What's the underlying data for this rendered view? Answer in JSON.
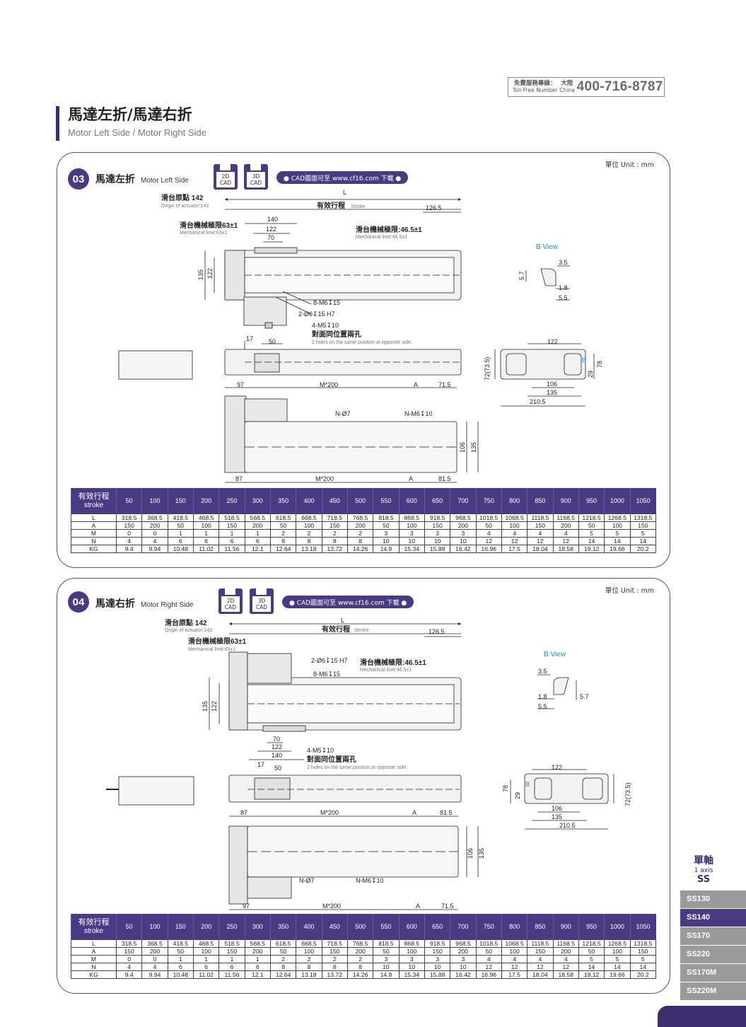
{
  "hotline": {
    "label_cn": "免費服務專線：",
    "label_en": "Toll-Free Number",
    "region_cn": "大陸",
    "region_en": "China",
    "number": "400-716-8787"
  },
  "heading": {
    "title": "馬達左折/馬達右折",
    "subtitle": "Motor Left Side / Motor Right Side"
  },
  "colors": {
    "brand": "#4a3a84",
    "accent_cyan": "#1a8fc9"
  },
  "panels": [
    {
      "number": "03",
      "title_cn": "馬達左折",
      "title_en": "Motor Left Side",
      "disk_2d": "2D\nCAD",
      "disk_3d": "3D\nCAD",
      "cad_link": "● CAD圖面可至 www.cf16.com 下載 ●",
      "unit": "單位 Unit : mm",
      "dims": {
        "L": "L",
        "origin_cn": "滑台原點 142",
        "origin_en": "Origin of actuator:142",
        "stroke_cn": "有效行程",
        "stroke_en": "Stroke",
        "d126": "126.5",
        "mech63_cn": "滑台機械極限63±1",
        "mech63_en": "Mechanical limit:63±1",
        "d140": "140",
        "d122": "122",
        "d70": "70",
        "mech46_cn": "滑台機械極限:46.5±1",
        "mech46_en": "Mechanical limit:46.5±1",
        "h135": "135",
        "h122": "122",
        "m6": "8-M6↧15",
        "pin": "2-Ø6↧15 H7",
        "m5": "4-M5↧10",
        "opp_cn": "對面同位置兩孔",
        "opp_en": "2 holes on the same position at opposite side.",
        "d17": "17",
        "d50": "50",
        "d97": "97",
        "m200": "M*200",
        "dA": "A",
        "d715": "71.5",
        "nphi": "N-Ø7",
        "nm6": "N-M6↧10",
        "d106": "106",
        "d135": "135",
        "d87": "87",
        "d815": "81.5",
        "bview": "B View",
        "b35": "3.5",
        "b57": "5.7",
        "b18": "1.8",
        "b55": "5.5",
        "e122": "122",
        "e72": "72(73.5)",
        "eB": "B",
        "e29": "29",
        "e78": "78",
        "e106": "106",
        "e135": "135",
        "e2105": "210.5"
      },
      "table": {
        "header_cn": "有效行程",
        "header_en": "stroke",
        "strokes": [
          "50",
          "100",
          "150",
          "200",
          "250",
          "300",
          "350",
          "400",
          "450",
          "500",
          "550",
          "600",
          "650",
          "700",
          "750",
          "800",
          "850",
          "900",
          "950",
          "1000",
          "1050"
        ],
        "rows": [
          {
            "label": "L",
            "values": [
              "318.5",
              "368.5",
              "418.5",
              "468.5",
              "518.5",
              "568.5",
              "618.5",
              "668.5",
              "718.5",
              "768.5",
              "818.5",
              "868.5",
              "918.5",
              "968.5",
              "1018.5",
              "1068.5",
              "1118.5",
              "1168.5",
              "1218.5",
              "1268.5",
              "1318.5"
            ]
          },
          {
            "label": "A",
            "values": [
              "150",
              "200",
              "50",
              "100",
              "150",
              "200",
              "50",
              "100",
              "150",
              "200",
              "50",
              "100",
              "150",
              "200",
              "50",
              "100",
              "150",
              "200",
              "50",
              "100",
              "150"
            ]
          },
          {
            "label": "M",
            "values": [
              "0",
              "0",
              "1",
              "1",
              "1",
              "1",
              "2",
              "2",
              "2",
              "2",
              "3",
              "3",
              "3",
              "3",
              "4",
              "4",
              "4",
              "4",
              "5",
              "5",
              "5"
            ]
          },
          {
            "label": "N",
            "values": [
              "4",
              "4",
              "6",
              "6",
              "6",
              "6",
              "8",
              "8",
              "8",
              "8",
              "10",
              "10",
              "10",
              "10",
              "12",
              "12",
              "12",
              "12",
              "14",
              "14",
              "14"
            ]
          },
          {
            "label": "KG",
            "values": [
              "9.4",
              "9.94",
              "10.48",
              "11.02",
              "11.56",
              "12.1",
              "12.64",
              "13.18",
              "13.72",
              "14.26",
              "14.8",
              "15.34",
              "15.88",
              "16.42",
              "16.96",
              "17.5",
              "18.04",
              "18.58",
              "19.12",
              "19.66",
              "20.2"
            ]
          }
        ]
      }
    },
    {
      "number": "04",
      "title_cn": "馬達右折",
      "title_en": "Motor Right Side",
      "disk_2d": "2D\nCAD",
      "disk_3d": "3D\nCAD",
      "cad_link": "● CAD圖面可至 www.cf16.com 下載 ●",
      "unit": "單位 Unit : mm",
      "dims": {
        "L": "L",
        "origin_cn": "滑台原點 142",
        "origin_en": "Origin of actuator:142",
        "stroke_cn": "有效行程",
        "stroke_en": "Stroke",
        "d126": "126.5",
        "mech63_cn": "滑台機械極限63±1",
        "mech63_en": "Mechanical limit:63±1",
        "pin": "2-Ø6↧15 H7",
        "m6": "8-M6↧15",
        "mech46_cn": "滑台機械極限:46.5±1",
        "mech46_en": "Mechanical limit:46.5±1",
        "h135": "135",
        "h122": "122",
        "d70": "70",
        "d122": "122",
        "d140": "140",
        "m5": "4-M5↧10",
        "opp_cn": "對面同位置兩孔",
        "opp_en": "2 holes on the same position at opposite side.",
        "d17": "17",
        "d50": "50",
        "d87": "87",
        "m200": "M*200",
        "dA": "A",
        "d815": "81.5",
        "d106": "106",
        "d135": "135",
        "nphi": "N-Ø7",
        "nm6": "N-M6↧10",
        "d97": "97",
        "d715": "71.5",
        "bview": "B View",
        "b35": "3.5",
        "b57": "5.7",
        "b18": "1.8",
        "b55": "5.5",
        "e122": "122",
        "e78": "78",
        "e29": "29",
        "eB": "B",
        "e72": "72(73.5)",
        "e106": "106",
        "e135": "135",
        "e2105": "210.5"
      },
      "table": {
        "header_cn": "有效行程",
        "header_en": "stroke",
        "strokes": [
          "50",
          "100",
          "150",
          "200",
          "250",
          "300",
          "350",
          "400",
          "450",
          "500",
          "550",
          "600",
          "650",
          "700",
          "750",
          "800",
          "850",
          "900",
          "950",
          "1000",
          "1050"
        ],
        "rows": [
          {
            "label": "L",
            "values": [
              "318.5",
              "368.5",
              "418.5",
              "468.5",
              "518.5",
              "568.5",
              "618.5",
              "668.5",
              "718.5",
              "768.5",
              "818.5",
              "868.5",
              "918.5",
              "968.5",
              "1018.5",
              "1068.5",
              "1118.5",
              "1168.5",
              "1218.5",
              "1268.5",
              "1318.5"
            ]
          },
          {
            "label": "A",
            "values": [
              "150",
              "200",
              "50",
              "100",
              "150",
              "200",
              "50",
              "100",
              "150",
              "200",
              "50",
              "100",
              "150",
              "200",
              "50",
              "100",
              "150",
              "200",
              "50",
              "100",
              "150"
            ]
          },
          {
            "label": "M",
            "values": [
              "0",
              "0",
              "1",
              "1",
              "1",
              "1",
              "2",
              "2",
              "2",
              "2",
              "3",
              "3",
              "3",
              "3",
              "4",
              "4",
              "4",
              "4",
              "5",
              "5",
              "5"
            ]
          },
          {
            "label": "N",
            "values": [
              "4",
              "4",
              "6",
              "6",
              "6",
              "6",
              "8",
              "8",
              "8",
              "8",
              "10",
              "10",
              "10",
              "10",
              "12",
              "12",
              "12",
              "12",
              "14",
              "14",
              "14"
            ]
          },
          {
            "label": "KG",
            "values": [
              "9.4",
              "9.94",
              "10.48",
              "11.02",
              "11.56",
              "12.1",
              "12.64",
              "13.18",
              "13.72",
              "14.26",
              "14.8",
              "15.34",
              "15.88",
              "16.42",
              "16.96",
              "17.5",
              "18.04",
              "18.58",
              "19.12",
              "19.66",
              "20.2"
            ]
          }
        ]
      }
    }
  ],
  "sidebar": {
    "head_cn": "單軸",
    "head_en": "1 axis",
    "head_code": "SS",
    "items": [
      "SS130",
      "SS140",
      "SS170",
      "SS220",
      "SS170M",
      "SS220M"
    ],
    "active": "SS140"
  }
}
